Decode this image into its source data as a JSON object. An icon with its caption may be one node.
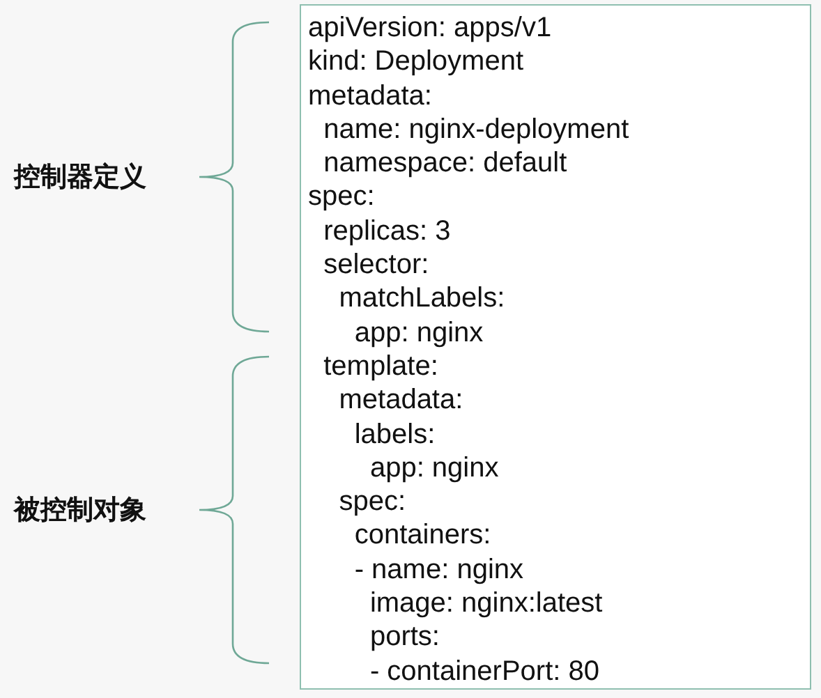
{
  "diagram": {
    "nodes": [
      {
        "text": [
          "apiVersion: apps/v1",
          "kind: Deployment",
          "metadata:",
          "  name: nginx-deployment",
          "  namespace: default",
          "spec:",
          "  replicas: 3",
          "  selector:",
          "    matchLabels:",
          "      app: nginx",
          "  template:",
          "    metadata:",
          "      labels:",
          "        app: nginx",
          "    spec:",
          "      containers:",
          "      - name: nginx",
          "        image: nginx:latest",
          "        ports:",
          "        - containerPort: 80"
        ]
      }
    ],
    "labels": [
      "控制器定义",
      "被控制对象"
    ]
  }
}
